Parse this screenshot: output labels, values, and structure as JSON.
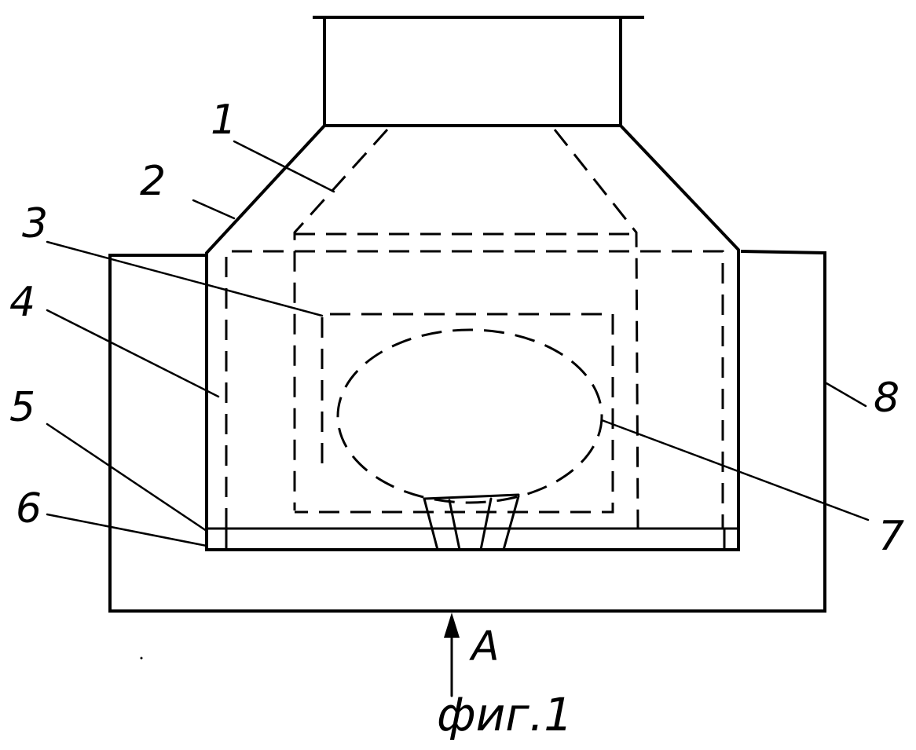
{
  "figure": {
    "caption": "фиг.1",
    "view_arrow_label": "A",
    "callouts": [
      {
        "id": "1",
        "text": "1"
      },
      {
        "id": "2",
        "text": "2"
      },
      {
        "id": "3",
        "text": "3"
      },
      {
        "id": "4",
        "text": "4"
      },
      {
        "id": "5",
        "text": "5"
      },
      {
        "id": "6",
        "text": "6"
      },
      {
        "id": "7",
        "text": "7"
      },
      {
        "id": "8",
        "text": "8"
      }
    ],
    "line_color": "#000000",
    "background_color": "#ffffff"
  }
}
